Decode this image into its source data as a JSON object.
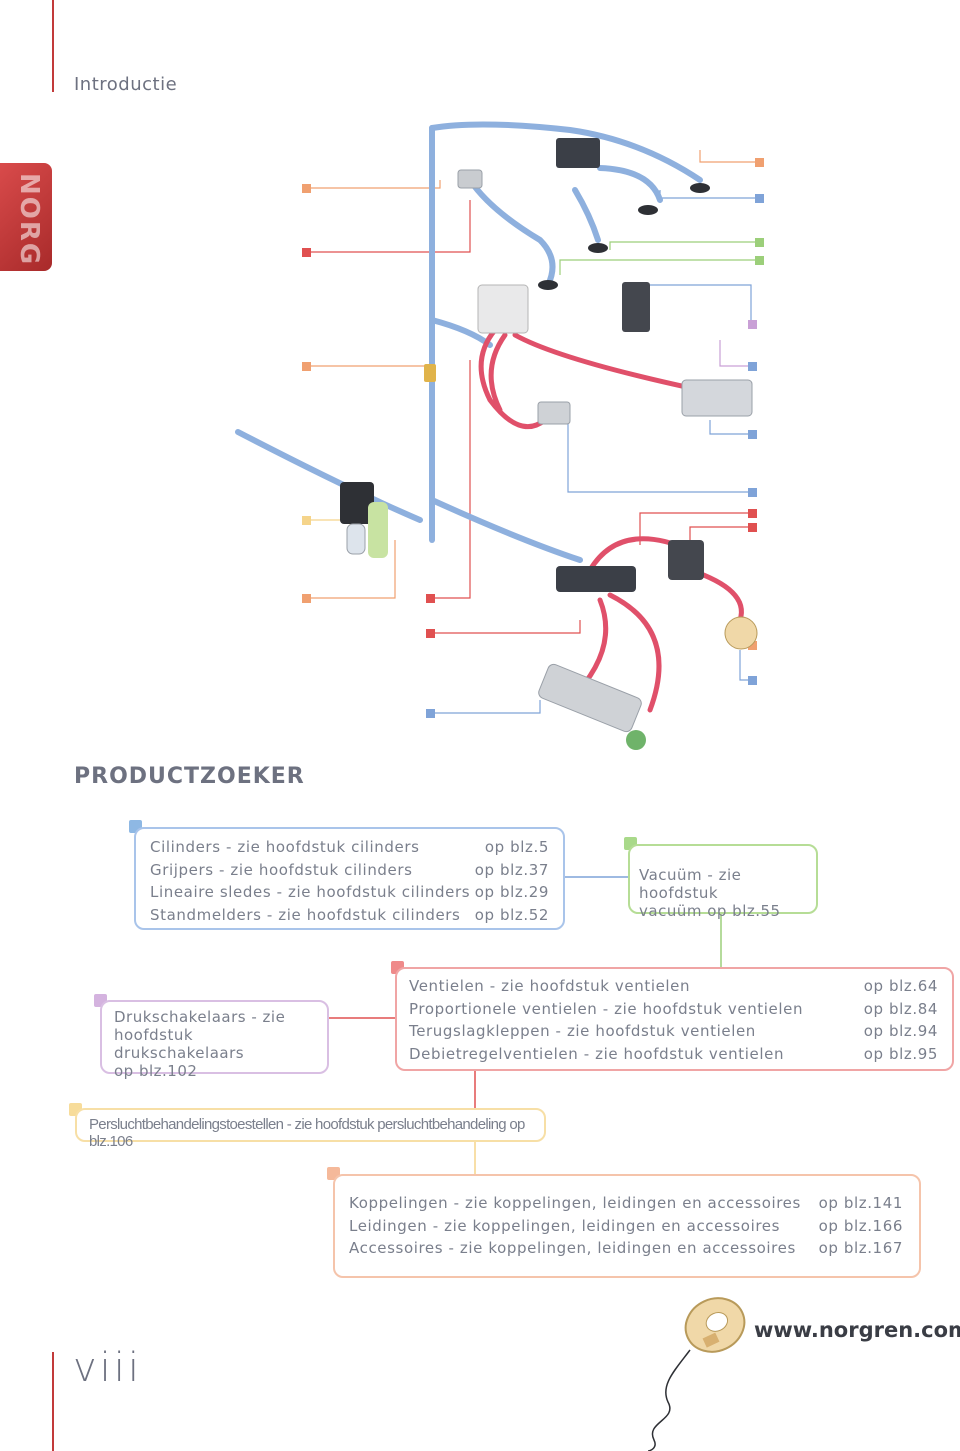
{
  "header": {
    "section": "Introductie"
  },
  "colors": {
    "accent_red": "#c23a3a",
    "blue": "#7fa3d8",
    "green": "#9ccf7a",
    "red": "#e06a6a",
    "purple": "#c9a0d6",
    "yellow": "#f5d48a",
    "orange": "#f0b48a"
  },
  "page_title": "PRODUCTZOEKER",
  "groups": {
    "cylinders": {
      "items": [
        {
          "label": "Cilinders - zie hoofdstuk cilinders",
          "page": "op blz.5"
        },
        {
          "label": "Grijpers - zie hoofdstuk cilinders",
          "page": "op blz.37"
        },
        {
          "label": "Lineaire sledes - zie hoofdstuk cilinders",
          "page": "op blz.29"
        },
        {
          "label": "Standmelders - zie hoofdstuk cilinders",
          "page": "op blz.52"
        }
      ]
    },
    "vacuum": {
      "line1": "Vacuüm - zie hoofdstuk",
      "line2": "vacuüm op blz.55"
    },
    "pressure_switches": {
      "line1": "Drukschakelaars - zie",
      "line2": "hoofdstuk drukschakelaars",
      "line3": "op blz.102"
    },
    "valves": {
      "items": [
        {
          "label": "Ventielen - zie hoofdstuk ventielen",
          "page": "op blz.64"
        },
        {
          "label": "Proportionele ventielen - zie hoofdstuk ventielen",
          "page": "op blz.84"
        },
        {
          "label": "Terugslagkleppen - zie hoofdstuk ventielen",
          "page": "op blz.94"
        },
        {
          "label": "Debietregelventielen - zie hoofdstuk ventielen",
          "page": "op blz.95"
        }
      ]
    },
    "air_treatment": {
      "text": "Persluchtbehandelingstoestellen - zie hoofdstuk persluchtbehandeling op blz.106"
    },
    "fittings": {
      "items": [
        {
          "label": "Koppelingen - zie koppelingen, leidingen en accessoires",
          "page": "op blz.141"
        },
        {
          "label": "Leidingen - zie koppelingen, leidingen en accessoires",
          "page": "op blz.166"
        },
        {
          "label": "Accessoires - zie koppelingen, leidingen en accessoires",
          "page": "op blz.167"
        }
      ]
    }
  },
  "footer": {
    "page_number": "viii",
    "url": "www.norgren.com"
  },
  "logo": {
    "text": "NORG"
  }
}
